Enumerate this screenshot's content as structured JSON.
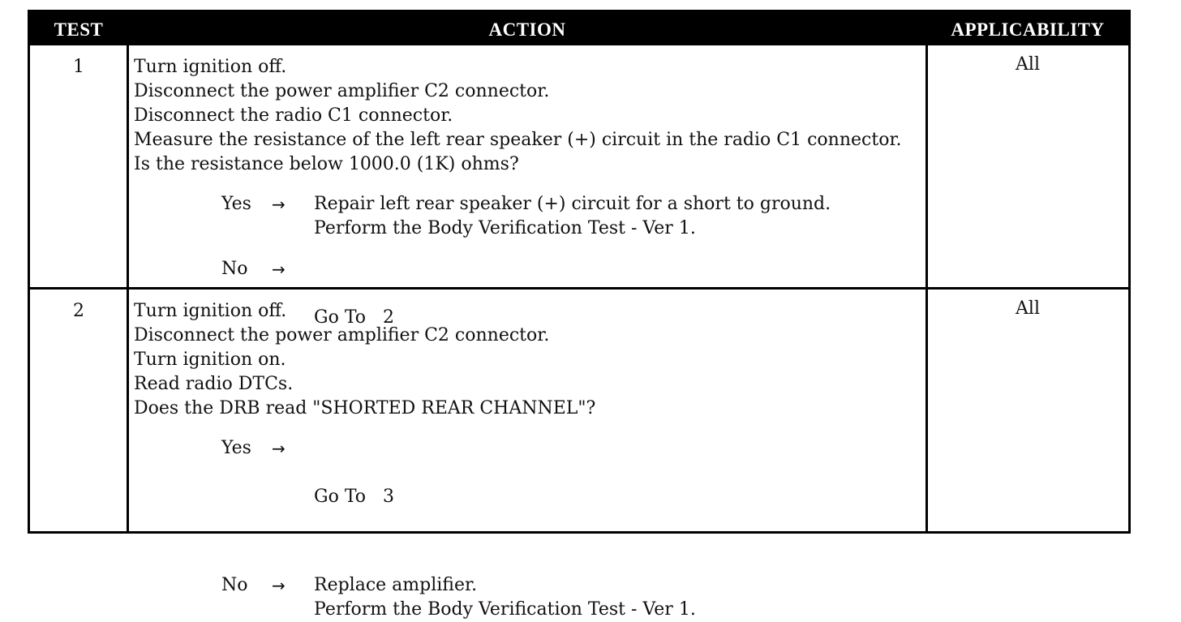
{
  "headers": {
    "test": "TEST",
    "action": "ACTION",
    "applicability": "APPLICABILITY"
  },
  "rows": [
    {
      "test": "1",
      "applicability": "All",
      "actions": [
        "Turn ignition off.",
        "Disconnect the power amplifier C2 connector.",
        "Disconnect the radio C1 connector.",
        "Measure the resistance of the left rear speaker (+) circuit in the radio C1 connector.",
        "Is the resistance below 1000.0 (1K) ohms?"
      ],
      "outcomes": [
        {
          "label": "Yes",
          "arrow": "→",
          "lines": [
            "Repair left rear speaker (+) circuit for a short to ground.",
            "Perform the Body Verification Test - Ver 1."
          ]
        },
        {
          "label": "No",
          "arrow": "→",
          "lines": [
            "Go To   2"
          ]
        }
      ]
    },
    {
      "test": "2",
      "applicability": "All",
      "actions": [
        "Turn ignition off.",
        "Disconnect the power amplifier C2 connector.",
        "Turn ignition on.",
        "Read radio DTCs.",
        "Does the DRB read \"SHORTED REAR CHANNEL\"?"
      ],
      "outcomes": [
        {
          "label": "Yes",
          "arrow": "→",
          "lines": [
            "Go To   3"
          ]
        },
        {
          "label": "No",
          "arrow": "→",
          "lines": [
            "Replace amplifier.",
            "Perform the Body Verification Test - Ver 1."
          ]
        }
      ]
    }
  ]
}
